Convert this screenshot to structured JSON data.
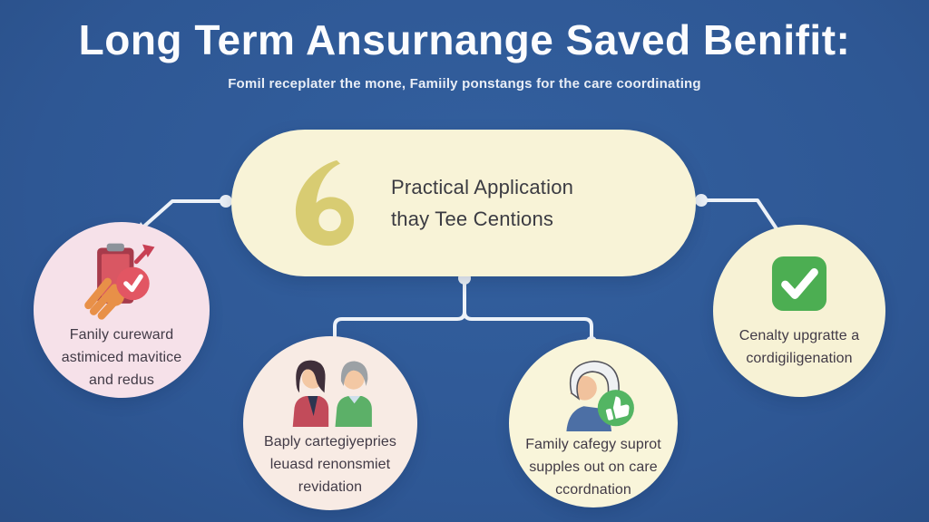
{
  "header": {
    "title": "Long Term Ansurnange Saved Benifit:",
    "subtitle": "Fomil receplater the mone, Famiily ponstangs for the care coordinating"
  },
  "central_node": {
    "icon": "droplet-6-icon",
    "lines": [
      "Practical Application",
      "thay Tee Centions"
    ]
  },
  "nodes": [
    {
      "id": "family-reward",
      "icon": "clipboard-hand-check-icon",
      "lines": [
        "Fanily cureward",
        "astimiced mavitice",
        "and redus"
      ]
    },
    {
      "id": "caregivers",
      "icon": "couple-icon",
      "lines": [
        "Baply cartegiyepries",
        "leuasd renonsmiet",
        "revidation"
      ]
    },
    {
      "id": "family-support",
      "icon": "elder-thumbs-up-icon",
      "lines": [
        "Family cafegy suprot",
        "supples out on care",
        "ccordnation"
      ]
    },
    {
      "id": "quality-upgrade",
      "icon": "checkmark-icon",
      "lines": [
        "Cenalty upgratte a",
        "cordigiligenation"
      ]
    }
  ],
  "colors": {
    "background": "#2E5794",
    "pill_bg": "#F8F3D7",
    "pill_icon_yellow": "#D8CC72",
    "node_pink": "#F6E1E9",
    "node_blush": "#F8EBE4",
    "node_cream": "#F9F5DA",
    "text_dark": "#413A46",
    "text_white": "#FBFCFE",
    "connector_white": "#EDF2F8",
    "check_green": "#4CAE52",
    "thumb_green": "#53B563",
    "badge_red": "#E25663",
    "clipboard_red": "#A73B4B",
    "page_red": "#D95763",
    "hand_orange": "#E89048",
    "woman_jacket": "#C24B5A",
    "man_sweater": "#5CB068",
    "elder_top_blue": "#4C6FA5"
  }
}
